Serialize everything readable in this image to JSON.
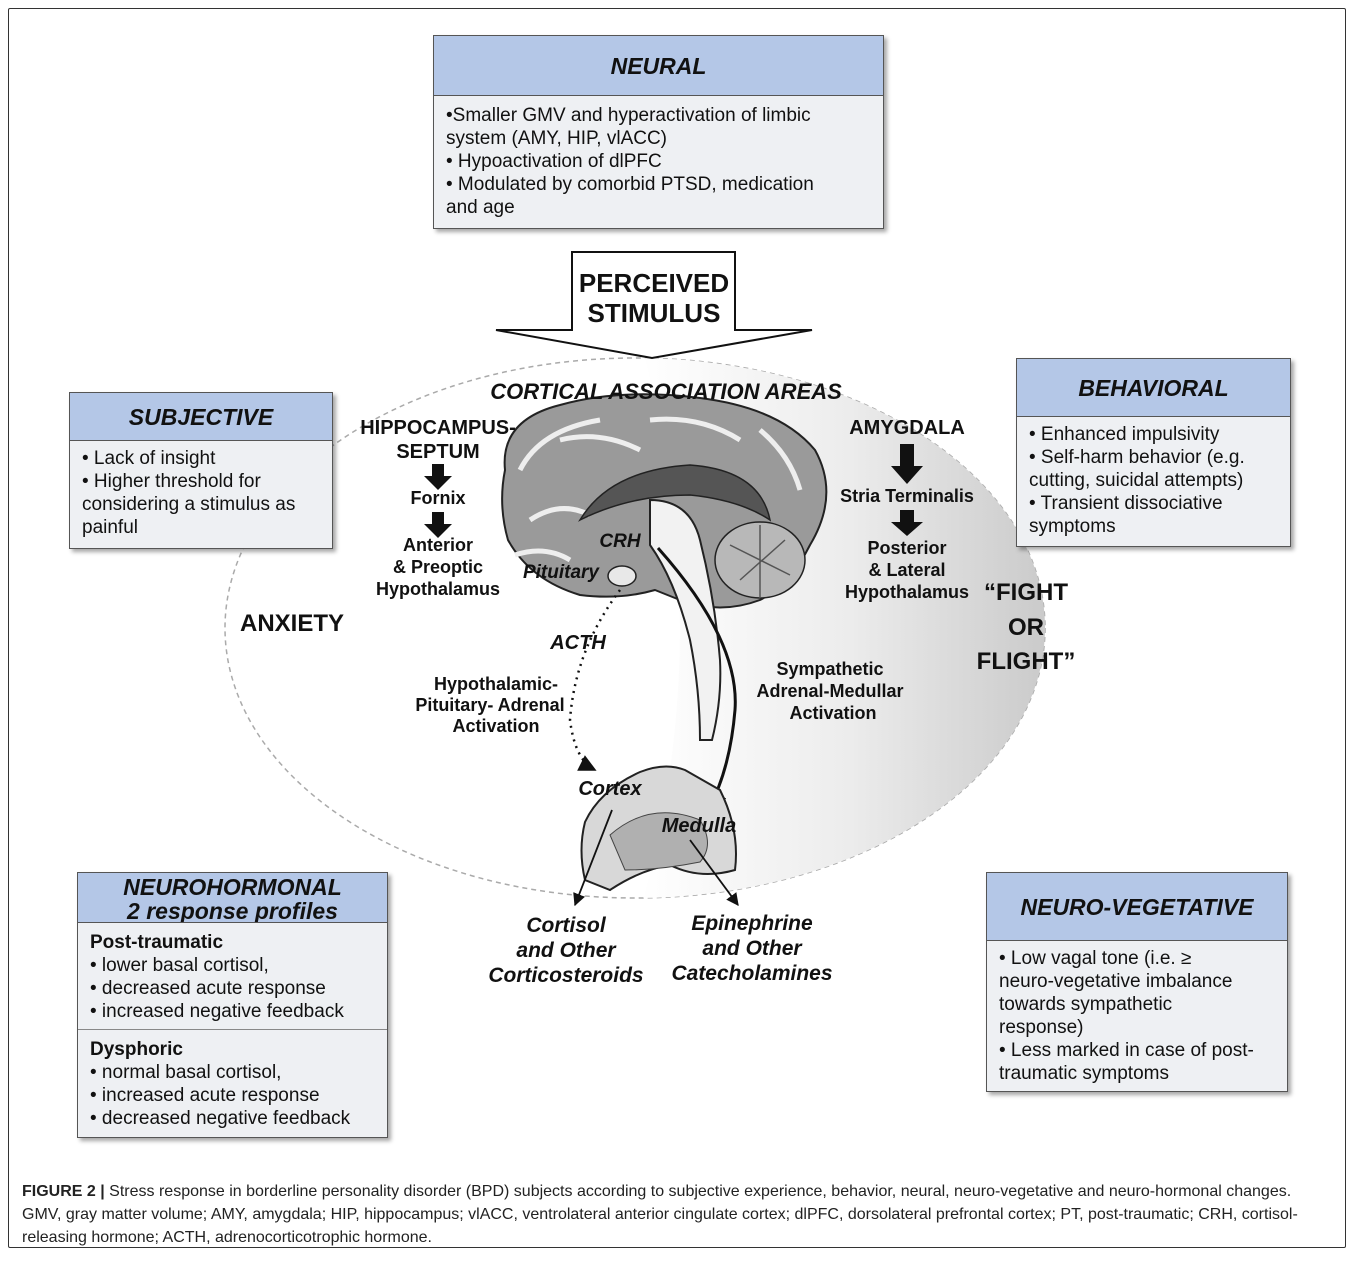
{
  "neural": {
    "title": "NEURAL",
    "lines": [
      "•Smaller GMV and hyperactivation of limbic",
      "system (AMY, HIP, vlACC)",
      "• Hypoactivation of dlPFC",
      "• Modulated by comorbid PTSD, medication",
      "and age"
    ]
  },
  "subjective": {
    "title": "SUBJECTIVE",
    "lines": [
      "• Lack of insight",
      "• Higher threshold for",
      "considering a stimulus as",
      "painful"
    ]
  },
  "behavioral": {
    "title": "BEHAVIORAL",
    "lines": [
      "• Enhanced impulsivity",
      "• Self-harm behavior (e.g.",
      "cutting, suicidal attempts)",
      "• Transient dissociative",
      "symptoms"
    ]
  },
  "neurohormonal": {
    "title_line1": "NEUROHORMONAL",
    "title_line2": "2 response profiles",
    "post_traumatic": {
      "heading": "Post-traumatic",
      "lines": [
        "• lower basal cortisol,",
        "• decreased acute response",
        "• increased negative feedback"
      ]
    },
    "dysphoric": {
      "heading": "Dysphoric",
      "lines": [
        "• normal basal cortisol,",
        "• increased acute response",
        "• decreased negative feedback"
      ]
    }
  },
  "neuro_vegetative": {
    "title": "NEURO-VEGETATIVE",
    "lines": [
      "• Low vagal tone (i.e. ≥",
      "neuro-vegetative imbalance",
      "towards sympathetic",
      "response)",
      "• Less marked in case of post-",
      "traumatic symptoms"
    ]
  },
  "center": {
    "stimulus_line1": "PERCEIVED",
    "stimulus_line2": "STIMULUS",
    "cortical_areas": "CORTICAL ASSOCIATION AREAS",
    "hippocampus_line1": "HIPPOCAMPUS-",
    "hippocampus_line2": "SEPTUM",
    "fornix": "Fornix",
    "anterior_line1": "Anterior",
    "anterior_line2": "& Preoptic",
    "anterior_line3": "Hypothalamus",
    "amygdala": "AMYGDALA",
    "stria": "Stria Terminalis",
    "posterior_line1": "Posterior",
    "posterior_line2": "& Lateral",
    "posterior_line3": "Hypothalamus",
    "crh": "CRH",
    "pituitary": "Pituitary",
    "anxiety": "ANXIETY",
    "fight_line1": "“FIGHT",
    "fight_line2": "OR",
    "fight_line3": "FLIGHT”",
    "acth": "ACTH",
    "hpa_line1": "Hypothalamic-",
    "hpa_line2": "Pituitary- Adrenal",
    "hpa_line3": "Activation",
    "sam_line1": "Sympathetic",
    "sam_line2": "Adrenal-Medullar",
    "sam_line3": "Activation",
    "cortex": "Cortex",
    "medulla": "Medulla",
    "cortisol_line1": "Cortisol",
    "cortisol_line2": "and Other",
    "cortisol_line3": "Corticosteroids",
    "epi_line1": "Epinephrine",
    "epi_line2": "and Other",
    "epi_line3": "Catecholamines"
  },
  "caption": {
    "label": "FIGURE 2 |",
    "text": "Stress response in borderline personality disorder (BPD) subjects according to subjective experience, behavior, neural, neuro-vegetative and neuro-hormonal changes. GMV, gray matter volume; AMY, amygdala; HIP, hippocampus; vlACC, ventrolateral anterior cingulate cortex; dlPFC, dorsolateral prefrontal cortex; PT, post-traumatic; CRH, cortisol-releasing hormone; ACTH, adrenocorticotrophic hormone."
  },
  "colors": {
    "box_header": "#b4c7e7",
    "box_body": "#eef0f3",
    "shade": "#cfcfcf"
  }
}
